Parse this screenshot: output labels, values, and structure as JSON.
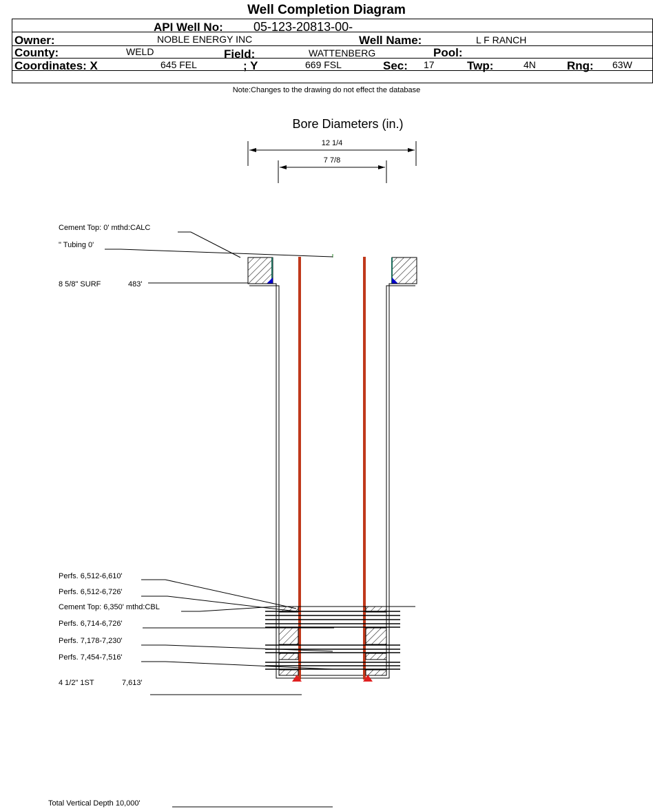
{
  "title": "Well Completion Diagram",
  "header": {
    "api_label": "API Well No:",
    "api_value": "05-123-20813-00-",
    "owner_label": "Owner:",
    "owner_value": "NOBLE ENERGY INC",
    "well_name_label": "Well Name:",
    "well_name_value": "L F RANCH",
    "county_label": "County:",
    "county_value": "WELD",
    "field_label": "Field:",
    "field_value": "WATTENBERG",
    "pool_label": "Pool:",
    "pool_value": "",
    "coord_x_label": "Coordinates: X",
    "coord_x_value": "645 FEL",
    "coord_y_label": "; Y",
    "coord_y_value": "669 FSL",
    "sec_label": "Sec:",
    "sec_value": "17",
    "twp_label": "Twp:",
    "twp_value": "4N",
    "rng_label": "Rng:",
    "rng_value": "63W"
  },
  "note": "Note:Changes to the drawing do not effect the database",
  "bore": {
    "heading": "Bore Diameters (in.)",
    "outer": "12 1/4",
    "inner": "7 7/8"
  },
  "callouts": {
    "cement_top_1": "Cement Top: 0' mthd:CALC",
    "tubing": "\" Tubing 0'",
    "surf_size": "8 5/8\" SURF",
    "surf_depth": "483'",
    "perfs_1": "Perfs. 6,512-6,610'",
    "perfs_2": "Perfs. 6,512-6,726'",
    "cement_top_2": "Cement Top: 6,350' mthd:CBL",
    "perfs_3": "Perfs. 6,714-6,726'",
    "perfs_4": "Perfs. 7,178-7,230'",
    "perfs_5": "Perfs. 7,454-7,516'",
    "prod_size": "4 1/2\" 1ST",
    "prod_depth": "7,613'",
    "tvd": "Total Vertical Depth 10,000'"
  },
  "colors": {
    "tubing": "#c0391b",
    "shoe": "#e02020",
    "seal_blue": "#0000cc",
    "seal_green": "#1a6b5a"
  }
}
